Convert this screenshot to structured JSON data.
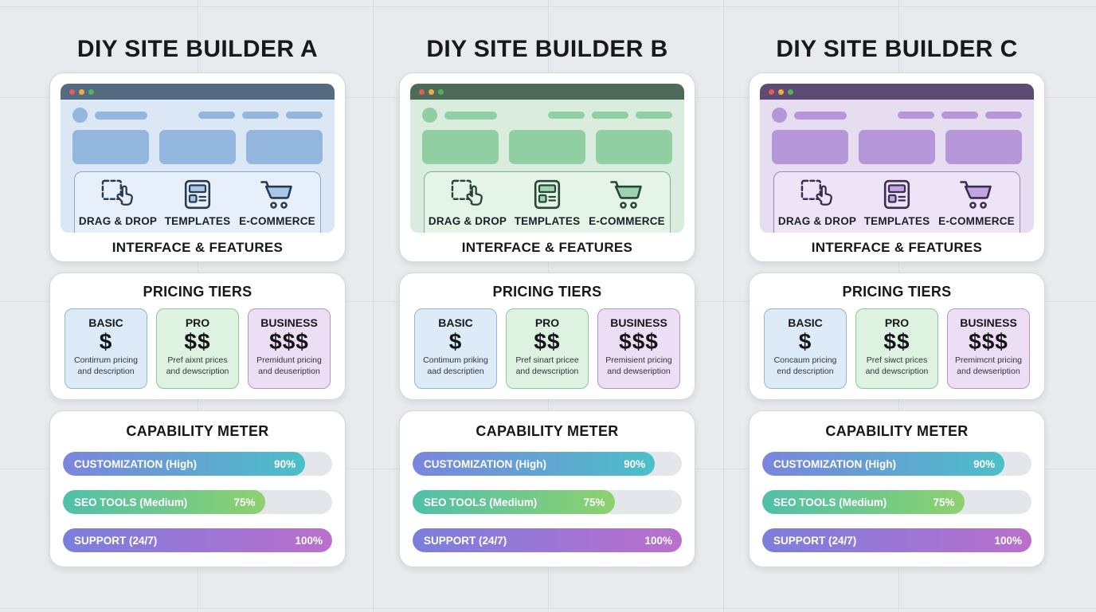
{
  "palette": {
    "background": "#e8eaed",
    "card_bg": "#ffffff",
    "grid_line": "#ced3d9",
    "bar_track": "#e3e6ea",
    "window_dots": [
      "#e25c5c",
      "#edae3e",
      "#4eb55f"
    ],
    "tier_colors": {
      "basic": {
        "bg": "#dcebf7",
        "border": "#90b6d4"
      },
      "pro": {
        "bg": "#def2e2",
        "border": "#8cc79a"
      },
      "business": {
        "bg": "#ecdef4",
        "border": "#b594cf"
      }
    }
  },
  "builders": [
    {
      "title": "DIY SITE BUILDER A",
      "theme": {
        "name": "blue",
        "browser_bar": "#546a80",
        "content_bg": "#dbe7f4",
        "block": "#93b6df",
        "strip_bg": "#e7f0fa",
        "strip_border": "#87abcd",
        "icon_stroke": "#263a52",
        "icon_fill": "#a9c6e6"
      },
      "interface": {
        "label": "INTERFACE & FEATURES",
        "features": [
          {
            "icon": "drag-drop-icon",
            "label": "DRAG & DROP"
          },
          {
            "icon": "templates-icon",
            "label": "TEMPLATES"
          },
          {
            "icon": "ecommerce-cart-icon",
            "label": "E-COMMERCE"
          }
        ]
      },
      "pricing": {
        "title": "PRICING TIERS",
        "tiers": [
          {
            "name": "BASIC",
            "price": "$",
            "desc": "Contirrum pricing and description"
          },
          {
            "name": "PRO",
            "price": "$$",
            "desc": "Pref aixnt prices and dewscription"
          },
          {
            "name": "BUSINESS",
            "price": "$$$",
            "desc": "Premidunt pricing and deuseription"
          }
        ]
      },
      "capability": {
        "title": "CAPABILITY METER",
        "bars": [
          {
            "label": "CUSTOMIZATION (High)",
            "pct": "90%",
            "value": 90,
            "colors": [
              "#7b85dd",
              "#4bc0c8"
            ]
          },
          {
            "label": "SEO TOOLS (Medium)",
            "pct": "75%",
            "value": 75,
            "colors": [
              "#4fc0aa",
              "#8ed16e"
            ]
          },
          {
            "label": "SUPPORT (24/7)",
            "pct": "100%",
            "value": 100,
            "colors": [
              "#7b7edd",
              "#bb6fcc"
            ]
          }
        ]
      }
    },
    {
      "title": "DIY SITE BUILDER B",
      "theme": {
        "name": "green",
        "browser_bar": "#4e6b5a",
        "content_bg": "#d9ecdd",
        "block": "#90cfa2",
        "strip_bg": "#e4f4e7",
        "strip_border": "#7fb08e",
        "icon_stroke": "#27463a",
        "icon_fill": "#9ed4ad"
      },
      "interface": {
        "label": "INTERFACE & FEATURES",
        "features": [
          {
            "icon": "drag-drop-icon",
            "label": "DRAG & DROP"
          },
          {
            "icon": "templates-icon",
            "label": "TEMPLATES"
          },
          {
            "icon": "ecommerce-cart-icon",
            "label": "E-COMMERCE"
          }
        ]
      },
      "pricing": {
        "title": "PRICING TIERS",
        "tiers": [
          {
            "name": "BASIC",
            "price": "$",
            "desc": "Contimum priking aad descriptien"
          },
          {
            "name": "PRO",
            "price": "$$",
            "desc": "Pref sinart pricee and dewscription"
          },
          {
            "name": "BUSINESS",
            "price": "$$$",
            "desc": "Premisient pricing and dewseription"
          }
        ]
      },
      "capability": {
        "title": "CAPABILITY METER",
        "bars": [
          {
            "label": "CUSTOMIZATION (High)",
            "pct": "90%",
            "value": 90,
            "colors": [
              "#7b85dd",
              "#4bc0c8"
            ]
          },
          {
            "label": "SEO TOOLS (Medium)",
            "pct": "75%",
            "value": 75,
            "colors": [
              "#4fc0aa",
              "#8ed16e"
            ]
          },
          {
            "label": "SUPPORT (24/7)",
            "pct": "100%",
            "value": 100,
            "colors": [
              "#7b7edd",
              "#bb6fcc"
            ]
          }
        ]
      }
    },
    {
      "title": "DIY SITE BUILDER C",
      "theme": {
        "name": "purple",
        "browser_bar": "#5d4b72",
        "content_bg": "#e6def0",
        "block": "#b596d8",
        "strip_bg": "#eee4f7",
        "strip_border": "#a184bf",
        "icon_stroke": "#3a2d52",
        "icon_fill": "#c3a4e0"
      },
      "interface": {
        "label": "INTERFACE & FEATURES",
        "features": [
          {
            "icon": "drag-drop-icon",
            "label": "DRAG & DROP"
          },
          {
            "icon": "templates-icon",
            "label": "TEMPLATES"
          },
          {
            "icon": "ecommerce-cart-icon",
            "label": "E-COMMERCE"
          }
        ]
      },
      "pricing": {
        "title": "PRICING TIERS",
        "tiers": [
          {
            "name": "BASIC",
            "price": "$",
            "desc": "Concaum pricing end description"
          },
          {
            "name": "PRO",
            "price": "$$",
            "desc": "Pref siwct prices and dewscription"
          },
          {
            "name": "BUSINESS",
            "price": "$$$",
            "desc": "Premimcnt pricing and dewseription"
          }
        ]
      },
      "capability": {
        "title": "CAPABILITY METER",
        "bars": [
          {
            "label": "CUSTOMIZATION (High)",
            "pct": "90%",
            "value": 90,
            "colors": [
              "#7b85dd",
              "#4bc0c8"
            ]
          },
          {
            "label": "SEO TOOLS (Medium)",
            "pct": "75%",
            "value": 75,
            "colors": [
              "#4fc0aa",
              "#8ed16e"
            ]
          },
          {
            "label": "SUPPORT (24/7)",
            "pct": "100%",
            "value": 100,
            "colors": [
              "#7b7edd",
              "#bb6fcc"
            ]
          }
        ]
      }
    }
  ]
}
